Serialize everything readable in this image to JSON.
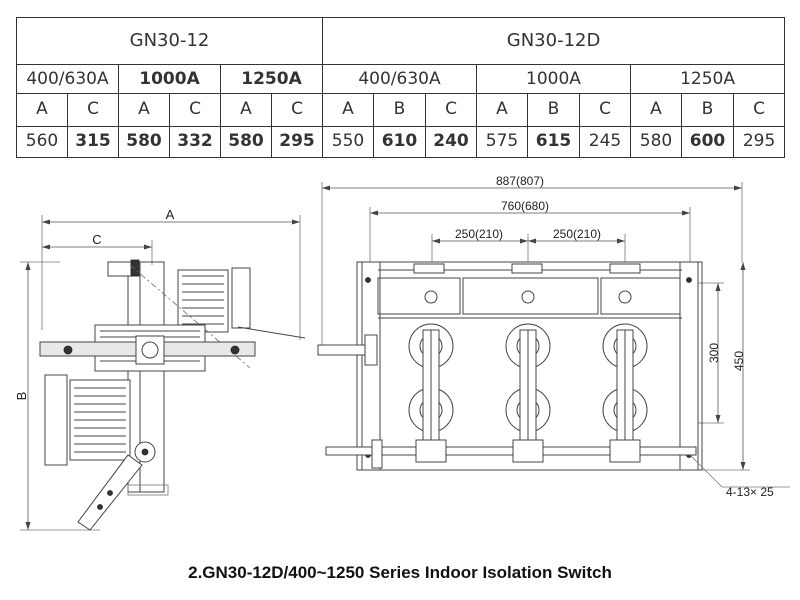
{
  "table": {
    "models": [
      {
        "label": "GN30-12"
      },
      {
        "label": "GN30-12D"
      }
    ],
    "currents": [
      {
        "label": "400/630A"
      },
      {
        "label": "1000A"
      },
      {
        "label": "1250A"
      },
      {
        "label": "400/630A"
      },
      {
        "label": "1000A"
      },
      {
        "label": "1250A"
      }
    ],
    "letters": [
      "A",
      "C",
      "A",
      "C",
      "A",
      "C",
      "A",
      "B",
      "C",
      "A",
      "B",
      "C",
      "A",
      "B",
      "C"
    ],
    "values": [
      "560",
      "315",
      "580",
      "332",
      "580",
      "295",
      "550",
      "610",
      "240",
      "575",
      "615",
      "245",
      "580",
      "600",
      "295"
    ]
  },
  "side_view": {
    "dim_a": "A",
    "dim_c": "C",
    "dim_b": "B"
  },
  "front_view": {
    "dim_overall": "887(807)",
    "dim_inner": "760(680)",
    "dim_pitch_left": "250(210)",
    "dim_pitch_right": "250(210)",
    "dim_height_inner": "300",
    "dim_height_outer": "450",
    "dim_holes": "4-13× 25"
  },
  "caption": "2.GN30-12D/400~1250 Series Indoor Isolation Switch"
}
